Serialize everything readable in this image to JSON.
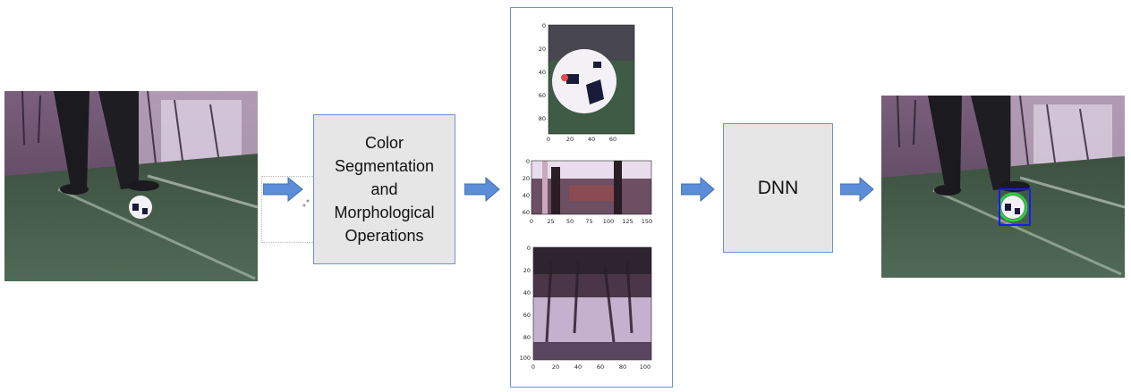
{
  "input_image": {
    "description_icon": "camera-frame-icon"
  },
  "step1": {
    "label": "Color\nSegmentation\nand\nMorphological\nOperations"
  },
  "crops": [
    {
      "x_ticks": [
        "0",
        "20",
        "40",
        "60"
      ],
      "y_ticks": [
        "0",
        "20",
        "40",
        "60",
        "80"
      ]
    },
    {
      "x_ticks": [
        "0",
        "25",
        "50",
        "75",
        "100",
        "125",
        "150"
      ],
      "y_ticks": [
        "0",
        "20",
        "40",
        "60"
      ]
    },
    {
      "x_ticks": [
        "0",
        "20",
        "40",
        "60",
        "80",
        "100"
      ],
      "y_ticks": [
        "0",
        "20",
        "40",
        "60",
        "80",
        "100"
      ]
    }
  ],
  "step2": {
    "label": "DNN"
  },
  "colors": {
    "arrow": "#5b8ed6",
    "box_border": "#6f93c9",
    "box_fill": "#e6e6e6",
    "detection_box": "#1a1aff",
    "detection_circle": "#2ecc40"
  }
}
